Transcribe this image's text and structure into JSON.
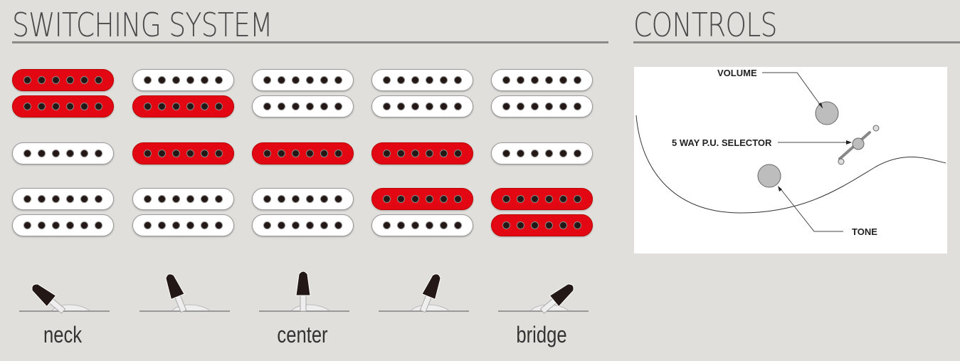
{
  "switching": {
    "title": "SWITCHING SYSTEM",
    "positions": [
      {
        "label": "neck",
        "neck_top": true,
        "neck_bottom": true,
        "middle": false,
        "bridge_top": false,
        "bridge_bottom": false,
        "angle": -50
      },
      {
        "label": "",
        "neck_top": false,
        "neck_bottom": true,
        "middle": true,
        "bridge_top": false,
        "bridge_bottom": false,
        "angle": -22
      },
      {
        "label": "center",
        "neck_top": false,
        "neck_bottom": false,
        "middle": true,
        "bridge_top": false,
        "bridge_bottom": false,
        "angle": 0
      },
      {
        "label": "",
        "neck_top": false,
        "neck_bottom": false,
        "middle": true,
        "bridge_top": true,
        "bridge_bottom": false,
        "angle": 22
      },
      {
        "label": "bridge",
        "neck_top": false,
        "neck_bottom": false,
        "middle": false,
        "bridge_top": true,
        "bridge_bottom": true,
        "angle": 50
      }
    ],
    "active_color": "#e30613"
  },
  "controls": {
    "title": "CONTROLS",
    "volume_label": "VOLUME",
    "selector_label": "5 WAY P.U. SELECTOR",
    "tone_label": "TONE"
  }
}
